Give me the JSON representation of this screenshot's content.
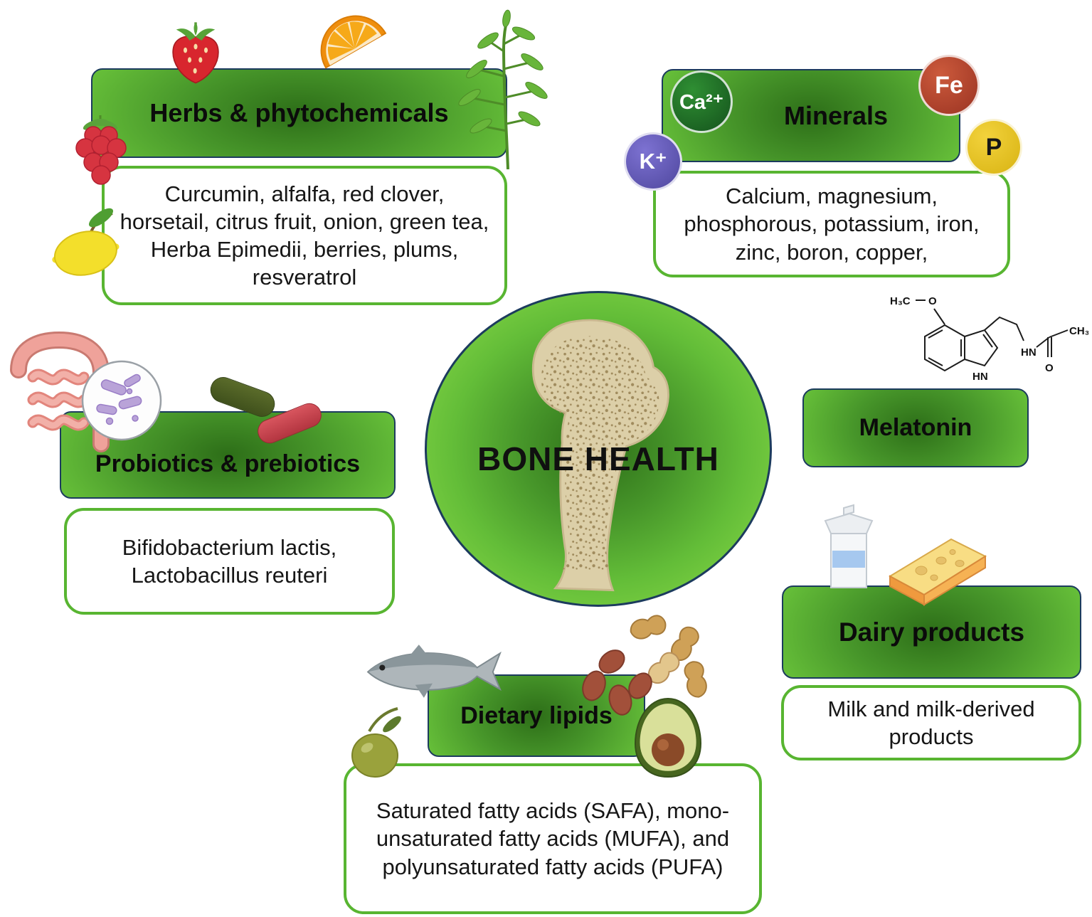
{
  "figure": {
    "title": "BONE HEALTH"
  },
  "sections": {
    "herbs": {
      "title": "Herbs & phytochemicals",
      "details": "Curcumin, alfalfa, red clover, horsetail, citrus fruit, onion, green tea, Herba Epimedii, berries, plums, resveratrol",
      "icons": [
        "strawberry-icon",
        "orange-slice-icon",
        "plant-icon",
        "raspberry-icon",
        "lemon-icon"
      ]
    },
    "minerals": {
      "title": "Minerals",
      "details": "Calcium, magnesium, phosphorous, potassium, iron, zinc, boron, copper,",
      "badges": [
        {
          "label": "Ca²⁺",
          "color": "#1d6b24"
        },
        {
          "label": "Fe",
          "color": "#b2452e"
        },
        {
          "label": "K⁺",
          "color": "#675cc0"
        },
        {
          "label": "P",
          "color": "#e9c51f"
        }
      ]
    },
    "probiotics": {
      "title": "Probiotics & prebiotics",
      "details": "Bifidobacterium lactis, Lactobacillus reuteri",
      "icons": [
        "intestine-icon",
        "bacteria-icon",
        "green-capsule-icon",
        "red-capsule-icon"
      ]
    },
    "melatonin": {
      "title": "Melatonin",
      "structure_labels": {
        "methyl_ether": "H₃C",
        "ether_oxygen": "O",
        "indole_nh": "HN",
        "amide_nh": "HN",
        "carbonyl_oxygen": "O",
        "methyl": "CH₃"
      }
    },
    "dairy": {
      "title": "Dairy products",
      "details": "Milk and milk-derived products",
      "icons": [
        "milk-carton-icon",
        "cheese-icon"
      ]
    },
    "lipids": {
      "title": "Dietary lipids",
      "details": "Saturated fatty acids (SAFA), mono-unsaturated fatty acids (MUFA), and polyunsaturated fatty acids (PUFA)",
      "icons": [
        "fish-icon",
        "peanuts-icon",
        "olive-icon",
        "avocado-icon"
      ]
    }
  },
  "colors": {
    "header_green_dark": "#2d6e18",
    "header_green_light": "#72ca3e",
    "detail_border_green": "#58b531",
    "outline_navy": "#1c3b5e",
    "bone_fill": "#dccfa8"
  }
}
